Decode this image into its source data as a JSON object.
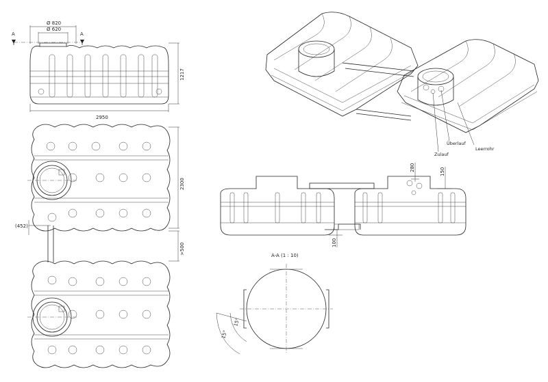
{
  "drawing": {
    "top_view": {
      "section_marker_left": "A",
      "section_marker_right": "A",
      "dim_opening_outer": "Ø 820",
      "dim_opening_inner": "Ø 620",
      "dim_length": "2950",
      "dim_height": "1217"
    },
    "plan_view": {
      "dim_width": "2300",
      "dim_offset": "(452)",
      "dim_spacing": ">500"
    },
    "iso_view": {
      "callout_overflow": "Überlauf",
      "callout_inlet": "Zulauf",
      "callout_drain": "Leerrohr"
    },
    "side_view": {
      "dim_280": "280",
      "dim_150": "150",
      "dim_100": "100"
    },
    "section_view": {
      "title": "A-A (1 : 10)",
      "angle_inner": "15°",
      "angle_outer": "15°"
    }
  },
  "colors": {
    "line": "#222222",
    "background": "#ffffff"
  }
}
